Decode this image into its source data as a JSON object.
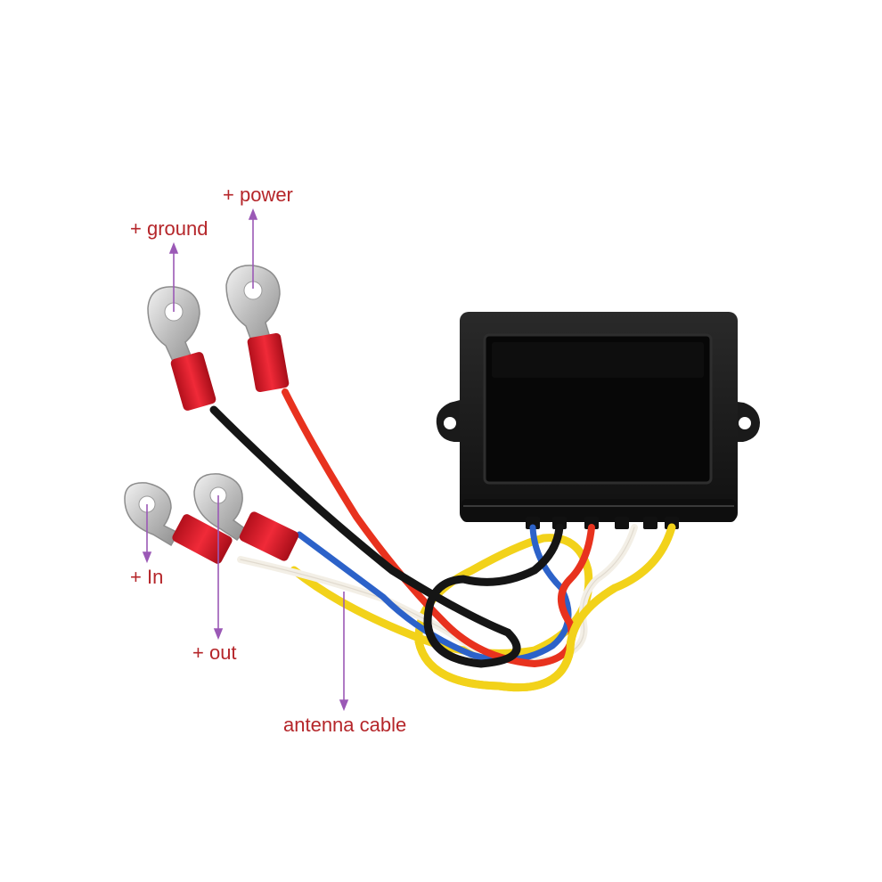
{
  "labels": {
    "power": "+ power",
    "ground": "+ ground",
    "in": "+ In",
    "out": "+ out",
    "antenna": "antenna cable"
  },
  "colors": {
    "label_text": "#b5262a",
    "pointer": "#9b59b6",
    "box_body": "#1c1c1c",
    "box_face": "#0b0b0b",
    "terminal_sleeve": "#e01b2a",
    "wire_black": "#151515",
    "wire_red": "#e8321e",
    "wire_yellow": "#f2d21a",
    "wire_blue": "#2c62c9",
    "wire_white": "#f3efe6",
    "metal": "#c9c9c9"
  }
}
